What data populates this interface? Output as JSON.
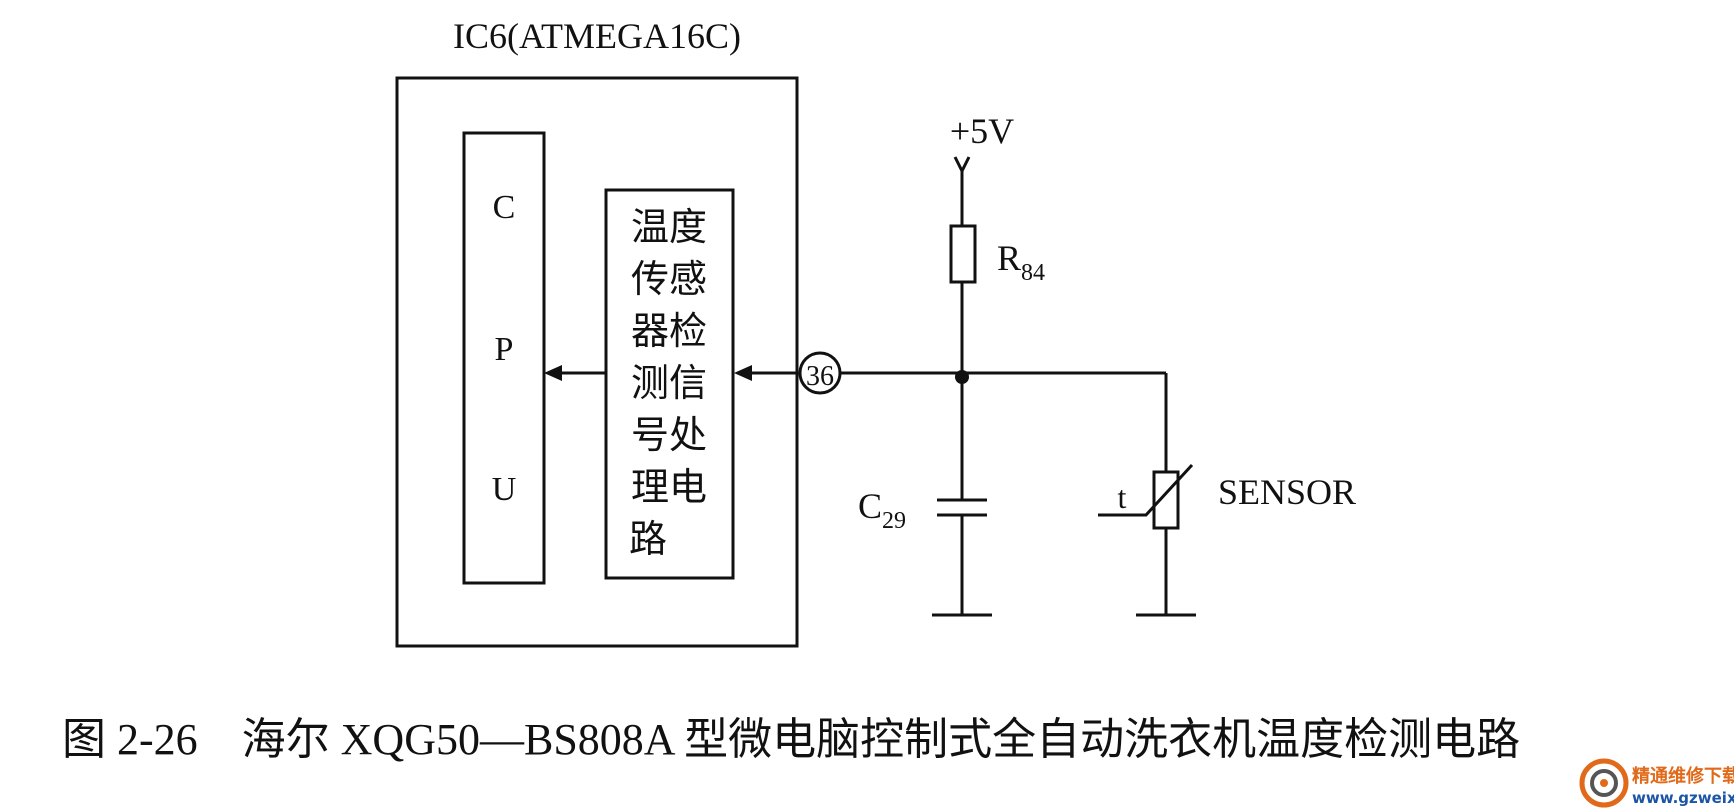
{
  "ic": {
    "label": "IC6(ATMEGA16C)",
    "cpu_letters": [
      "C",
      "P",
      "U"
    ],
    "block_lines": [
      "温度",
      "传感",
      "器检",
      "测信",
      "号处",
      "理电",
      "路"
    ],
    "pin": "36"
  },
  "supply": {
    "label": "+5V"
  },
  "resistor": {
    "name": "R",
    "sub": "84"
  },
  "capacitor": {
    "name": "C",
    "sub": "29"
  },
  "sensor": {
    "label": "SENSOR",
    "symbol": "t"
  },
  "caption": "图 2-26　海尔 XQG50—BS808A 型微电脑控制式全自动洗衣机温度检测电路",
  "watermark": {
    "name": "精通维修下载",
    "url": "www.gzweix.com"
  }
}
